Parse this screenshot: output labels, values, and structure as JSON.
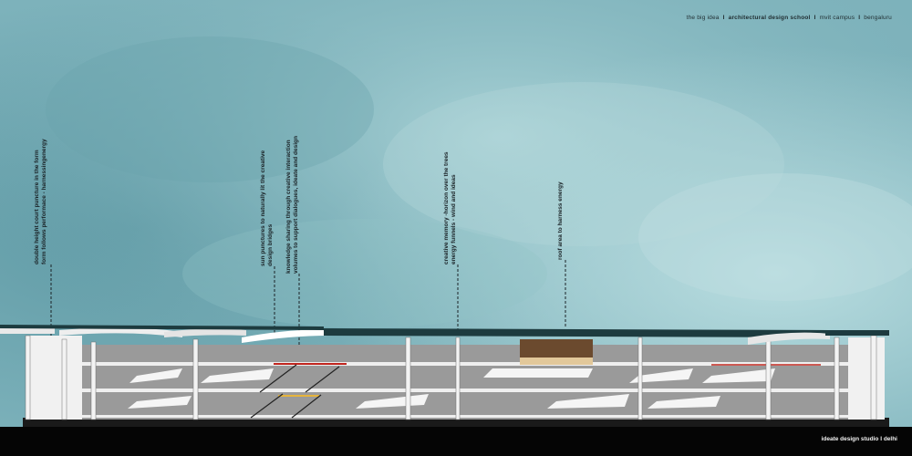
{
  "header": {
    "part1": "the big idea",
    "part2": "architectural design school",
    "part3": "mvit campus",
    "part4": "bengaluru",
    "separator": "I"
  },
  "annotations": [
    {
      "line1": "double height court puncture in the form",
      "line2": "form follows performace - harnessingenergy"
    },
    {
      "line1": "sun punctures to naturally lit the creative",
      "line2": "design bridges"
    },
    {
      "line1": "knowledge sharing through creative interaction",
      "line2": "volumes to support dialogues, ideate and design"
    },
    {
      "line1": "creative memory -horizon over the trees",
      "line2": "energy funnels - wind and ideas"
    },
    {
      "line1": "roof area to harness energy",
      "line2": ""
    }
  ],
  "footer": {
    "text": "ideate design studio I  delhi"
  },
  "colors": {
    "sky": "#7fb3bc",
    "roof": "#1d3b3f",
    "wall": "#9a9a9a",
    "slab": "#e8e8e8",
    "accent_red": "#c0261f",
    "accent_yellow": "#e6b43c",
    "wood": "#e2c89a",
    "footer": "#050505"
  }
}
